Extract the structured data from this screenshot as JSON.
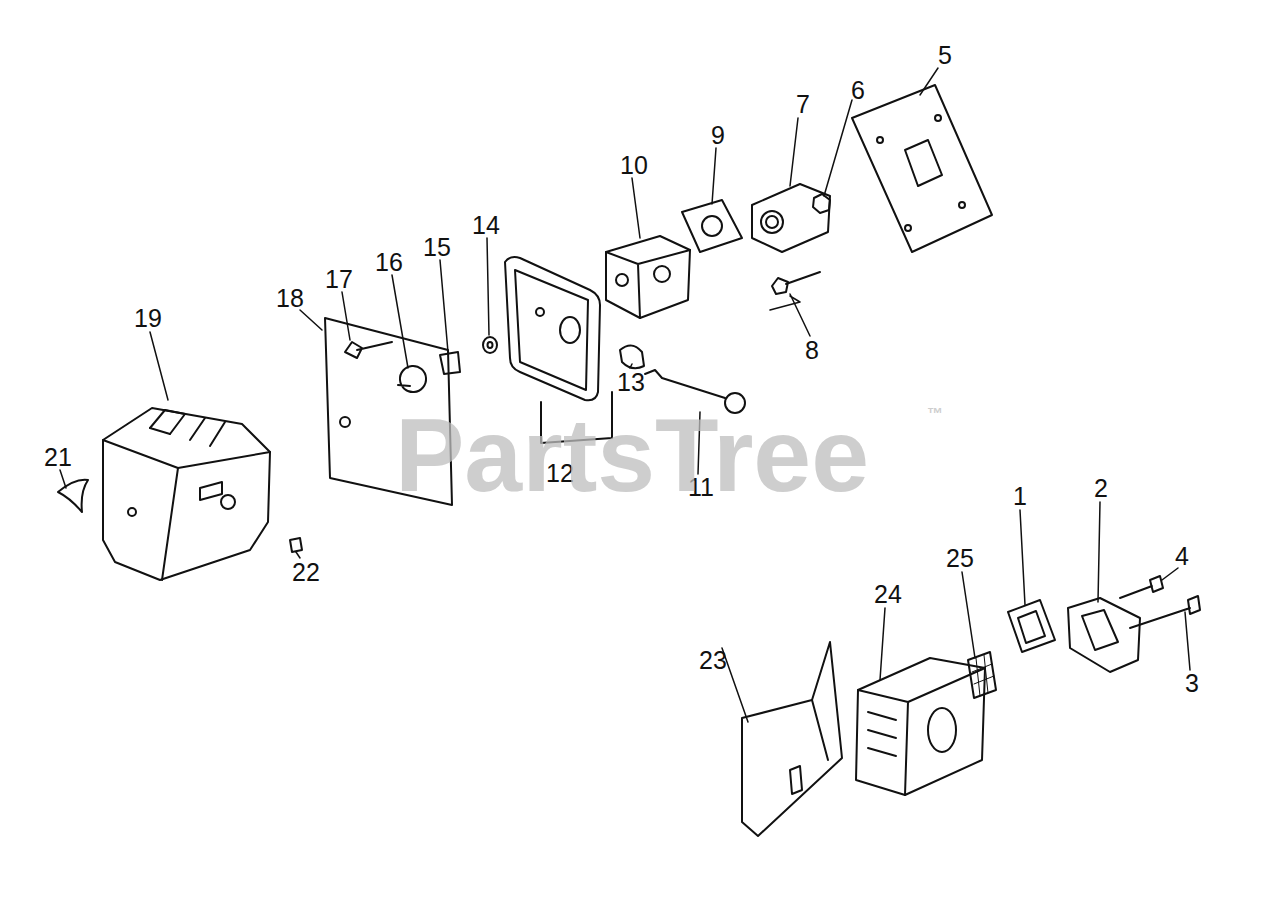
{
  "diagram": {
    "labels": [
      "1",
      "2",
      "3",
      "4",
      "5",
      "6",
      "7",
      "8",
      "9",
      "10",
      "11",
      "12",
      "13",
      "14",
      "15",
      "16",
      "17",
      "18",
      "19",
      "21",
      "22",
      "23",
      "24",
      "25",
      "PartsTree",
      "™"
    ]
  }
}
